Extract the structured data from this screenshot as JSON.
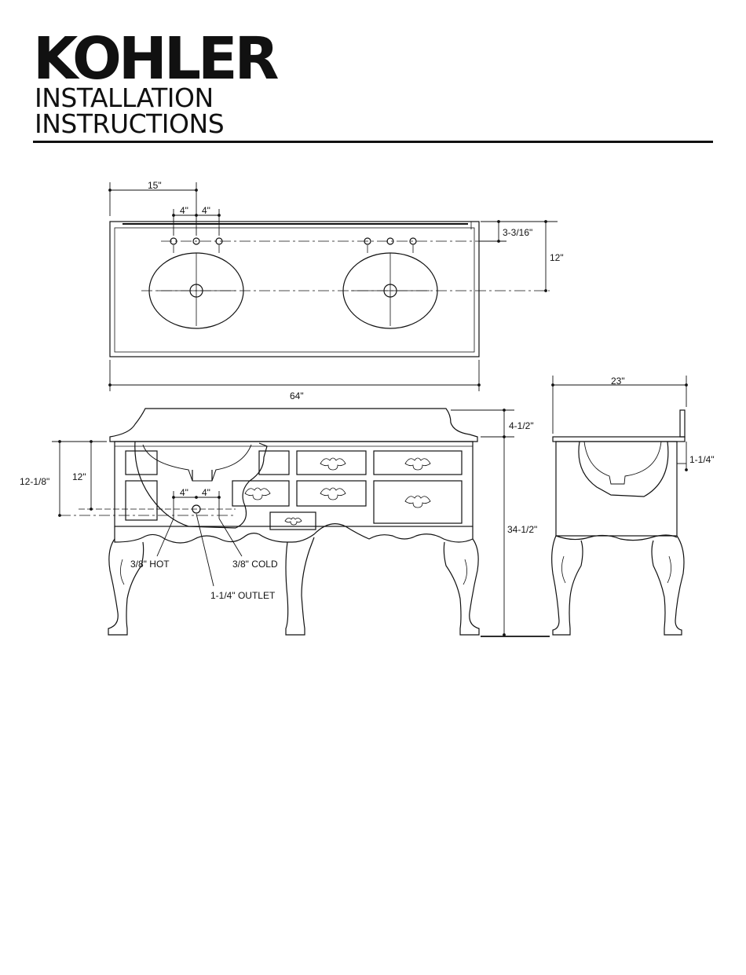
{
  "header": {
    "brand": "KOHLER",
    "title_line1": "INSTALLATION",
    "title_line2": "INSTRUCTIONS"
  },
  "diagram": {
    "top_view": {
      "dim_left_to_faucet": "15\"",
      "dim_faucet_spacing_left": "4\"",
      "dim_faucet_spacing_right": "4\"",
      "dim_backsplash_to_faucet": "3-3/16\"",
      "dim_back_to_drain": "12\"",
      "dim_overall_width": "64\""
    },
    "front_view": {
      "dim_top_height": "4-1/2\"",
      "dim_overall_height": "34-1/2\"",
      "dim_supply_height": "12-1/8\"",
      "dim_outlet_height": "12\"",
      "dim_supply_spacing_left": "4\"",
      "dim_supply_spacing_right": "4\"",
      "label_hot": "3/8\" HOT",
      "label_cold": "3/8\" COLD",
      "label_outlet": "1-1/4\" OUTLET"
    },
    "side_view": {
      "dim_depth": "23\"",
      "dim_backsplash": "1-1/4\""
    }
  }
}
